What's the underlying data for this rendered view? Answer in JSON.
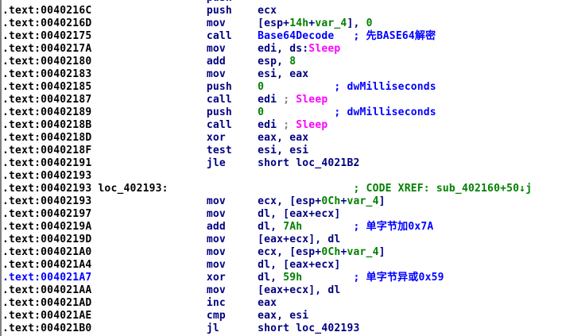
{
  "colors": {
    "background": "#ffffff",
    "panel_border": "#808080",
    "address": "#000000",
    "address_current": "#0000ff",
    "instruction": "#000080",
    "number": "#008000",
    "symbol_name": "#0000ff",
    "import_name": "#ff00ff",
    "comment": "#0000ff",
    "xref_comment": "#008000",
    "comment_separator": "#808080",
    "label": "#000000"
  },
  "current_cursor_address": ".text:004021A7",
  "lines": [
    {
      "segments": [
        [
          "code",
          "                                push"
        ]
      ]
    },
    {
      "segments": [
        [
          "addr",
          ".text:0040216C"
        ],
        [
          "code",
          "                  push    ecx"
        ]
      ]
    },
    {
      "segments": [
        [
          "addr",
          ".text:0040216D"
        ],
        [
          "code",
          "                  mov     [esp+"
        ],
        [
          "num",
          "14h"
        ],
        [
          "code",
          "+"
        ],
        [
          "num",
          "var_4"
        ],
        [
          "code",
          "], "
        ],
        [
          "num",
          "0"
        ]
      ]
    },
    {
      "segments": [
        [
          "addr",
          ".text:00402175"
        ],
        [
          "code",
          "                  call    "
        ],
        [
          "name",
          "Base64Decode"
        ],
        [
          "code",
          "   "
        ],
        [
          "com",
          "; 先BASE64解密"
        ]
      ]
    },
    {
      "segments": [
        [
          "addr",
          ".text:0040217A"
        ],
        [
          "code",
          "                  mov     edi, ds:"
        ],
        [
          "imp",
          "Sleep"
        ]
      ]
    },
    {
      "segments": [
        [
          "addr",
          ".text:00402180"
        ],
        [
          "code",
          "                  add     esp, "
        ],
        [
          "num",
          "8"
        ]
      ]
    },
    {
      "segments": [
        [
          "addr",
          ".text:00402183"
        ],
        [
          "code",
          "                  mov     esi, eax"
        ]
      ]
    },
    {
      "segments": [
        [
          "addr",
          ".text:00402185"
        ],
        [
          "code",
          "                  push    "
        ],
        [
          "num",
          "0"
        ],
        [
          "code",
          "           "
        ],
        [
          "com",
          "; dwMilliseconds"
        ]
      ]
    },
    {
      "segments": [
        [
          "addr",
          ".text:00402187"
        ],
        [
          "code",
          "                  call    edi "
        ],
        [
          "gray",
          "; "
        ],
        [
          "imp",
          "Sleep"
        ]
      ]
    },
    {
      "segments": [
        [
          "addr",
          ".text:00402189"
        ],
        [
          "code",
          "                  push    "
        ],
        [
          "num",
          "0"
        ],
        [
          "code",
          "           "
        ],
        [
          "com",
          "; dwMilliseconds"
        ]
      ]
    },
    {
      "segments": [
        [
          "addr",
          ".text:0040218B"
        ],
        [
          "code",
          "                  call    edi "
        ],
        [
          "gray",
          "; "
        ],
        [
          "imp",
          "Sleep"
        ]
      ]
    },
    {
      "segments": [
        [
          "addr",
          ".text:0040218D"
        ],
        [
          "code",
          "                  xor     eax, eax"
        ]
      ]
    },
    {
      "segments": [
        [
          "addr",
          ".text:0040218F"
        ],
        [
          "code",
          "                  test    esi, esi"
        ]
      ]
    },
    {
      "segments": [
        [
          "addr",
          ".text:00402191"
        ],
        [
          "code",
          "                  jle     short loc_4021B2"
        ]
      ]
    },
    {
      "segments": [
        [
          "addr",
          ".text:00402193"
        ]
      ]
    },
    {
      "segments": [
        [
          "addr",
          ".text:00402193"
        ],
        [
          "code",
          " "
        ],
        [
          "lbl",
          "loc_402193:"
        ],
        [
          "code",
          "                             "
        ],
        [
          "xref",
          "; CODE XREF: sub_402160+50↓j"
        ]
      ]
    },
    {
      "segments": [
        [
          "addr",
          ".text:00402193"
        ],
        [
          "code",
          "                  mov     ecx, [esp+"
        ],
        [
          "num",
          "0Ch"
        ],
        [
          "code",
          "+"
        ],
        [
          "num",
          "var_4"
        ],
        [
          "code",
          "]"
        ]
      ]
    },
    {
      "segments": [
        [
          "addr",
          ".text:00402197"
        ],
        [
          "code",
          "                  mov     dl, [eax+ecx]"
        ]
      ]
    },
    {
      "segments": [
        [
          "addr",
          ".text:0040219A"
        ],
        [
          "code",
          "                  add     dl, "
        ],
        [
          "num",
          "7Ah"
        ],
        [
          "code",
          "        "
        ],
        [
          "com",
          "; 单字节加0x7A"
        ]
      ]
    },
    {
      "segments": [
        [
          "addr",
          ".text:0040219D"
        ],
        [
          "code",
          "                  mov     [eax+ecx], dl"
        ]
      ]
    },
    {
      "segments": [
        [
          "addr",
          ".text:004021A0"
        ],
        [
          "code",
          "                  mov     ecx, [esp+"
        ],
        [
          "num",
          "0Ch"
        ],
        [
          "code",
          "+"
        ],
        [
          "num",
          "var_4"
        ],
        [
          "code",
          "]"
        ]
      ]
    },
    {
      "segments": [
        [
          "addr",
          ".text:004021A4"
        ],
        [
          "code",
          "                  mov     dl, [eax+ecx]"
        ]
      ]
    },
    {
      "segments": [
        [
          "cur",
          ".text:004021A7"
        ],
        [
          "code",
          "                  xor     dl, "
        ],
        [
          "num",
          "59h"
        ],
        [
          "code",
          "        "
        ],
        [
          "com",
          "; 单字节异或0x59"
        ]
      ]
    },
    {
      "segments": [
        [
          "addr",
          ".text:004021AA"
        ],
        [
          "code",
          "                  mov     [eax+ecx], dl"
        ]
      ]
    },
    {
      "segments": [
        [
          "addr",
          ".text:004021AD"
        ],
        [
          "code",
          "                  inc     eax"
        ]
      ]
    },
    {
      "segments": [
        [
          "addr",
          ".text:004021AE"
        ],
        [
          "code",
          "                  cmp     eax, esi"
        ]
      ]
    },
    {
      "segments": [
        [
          "addr",
          ".text:004021B0"
        ],
        [
          "code",
          "                  jl      short loc_402193"
        ]
      ]
    }
  ]
}
